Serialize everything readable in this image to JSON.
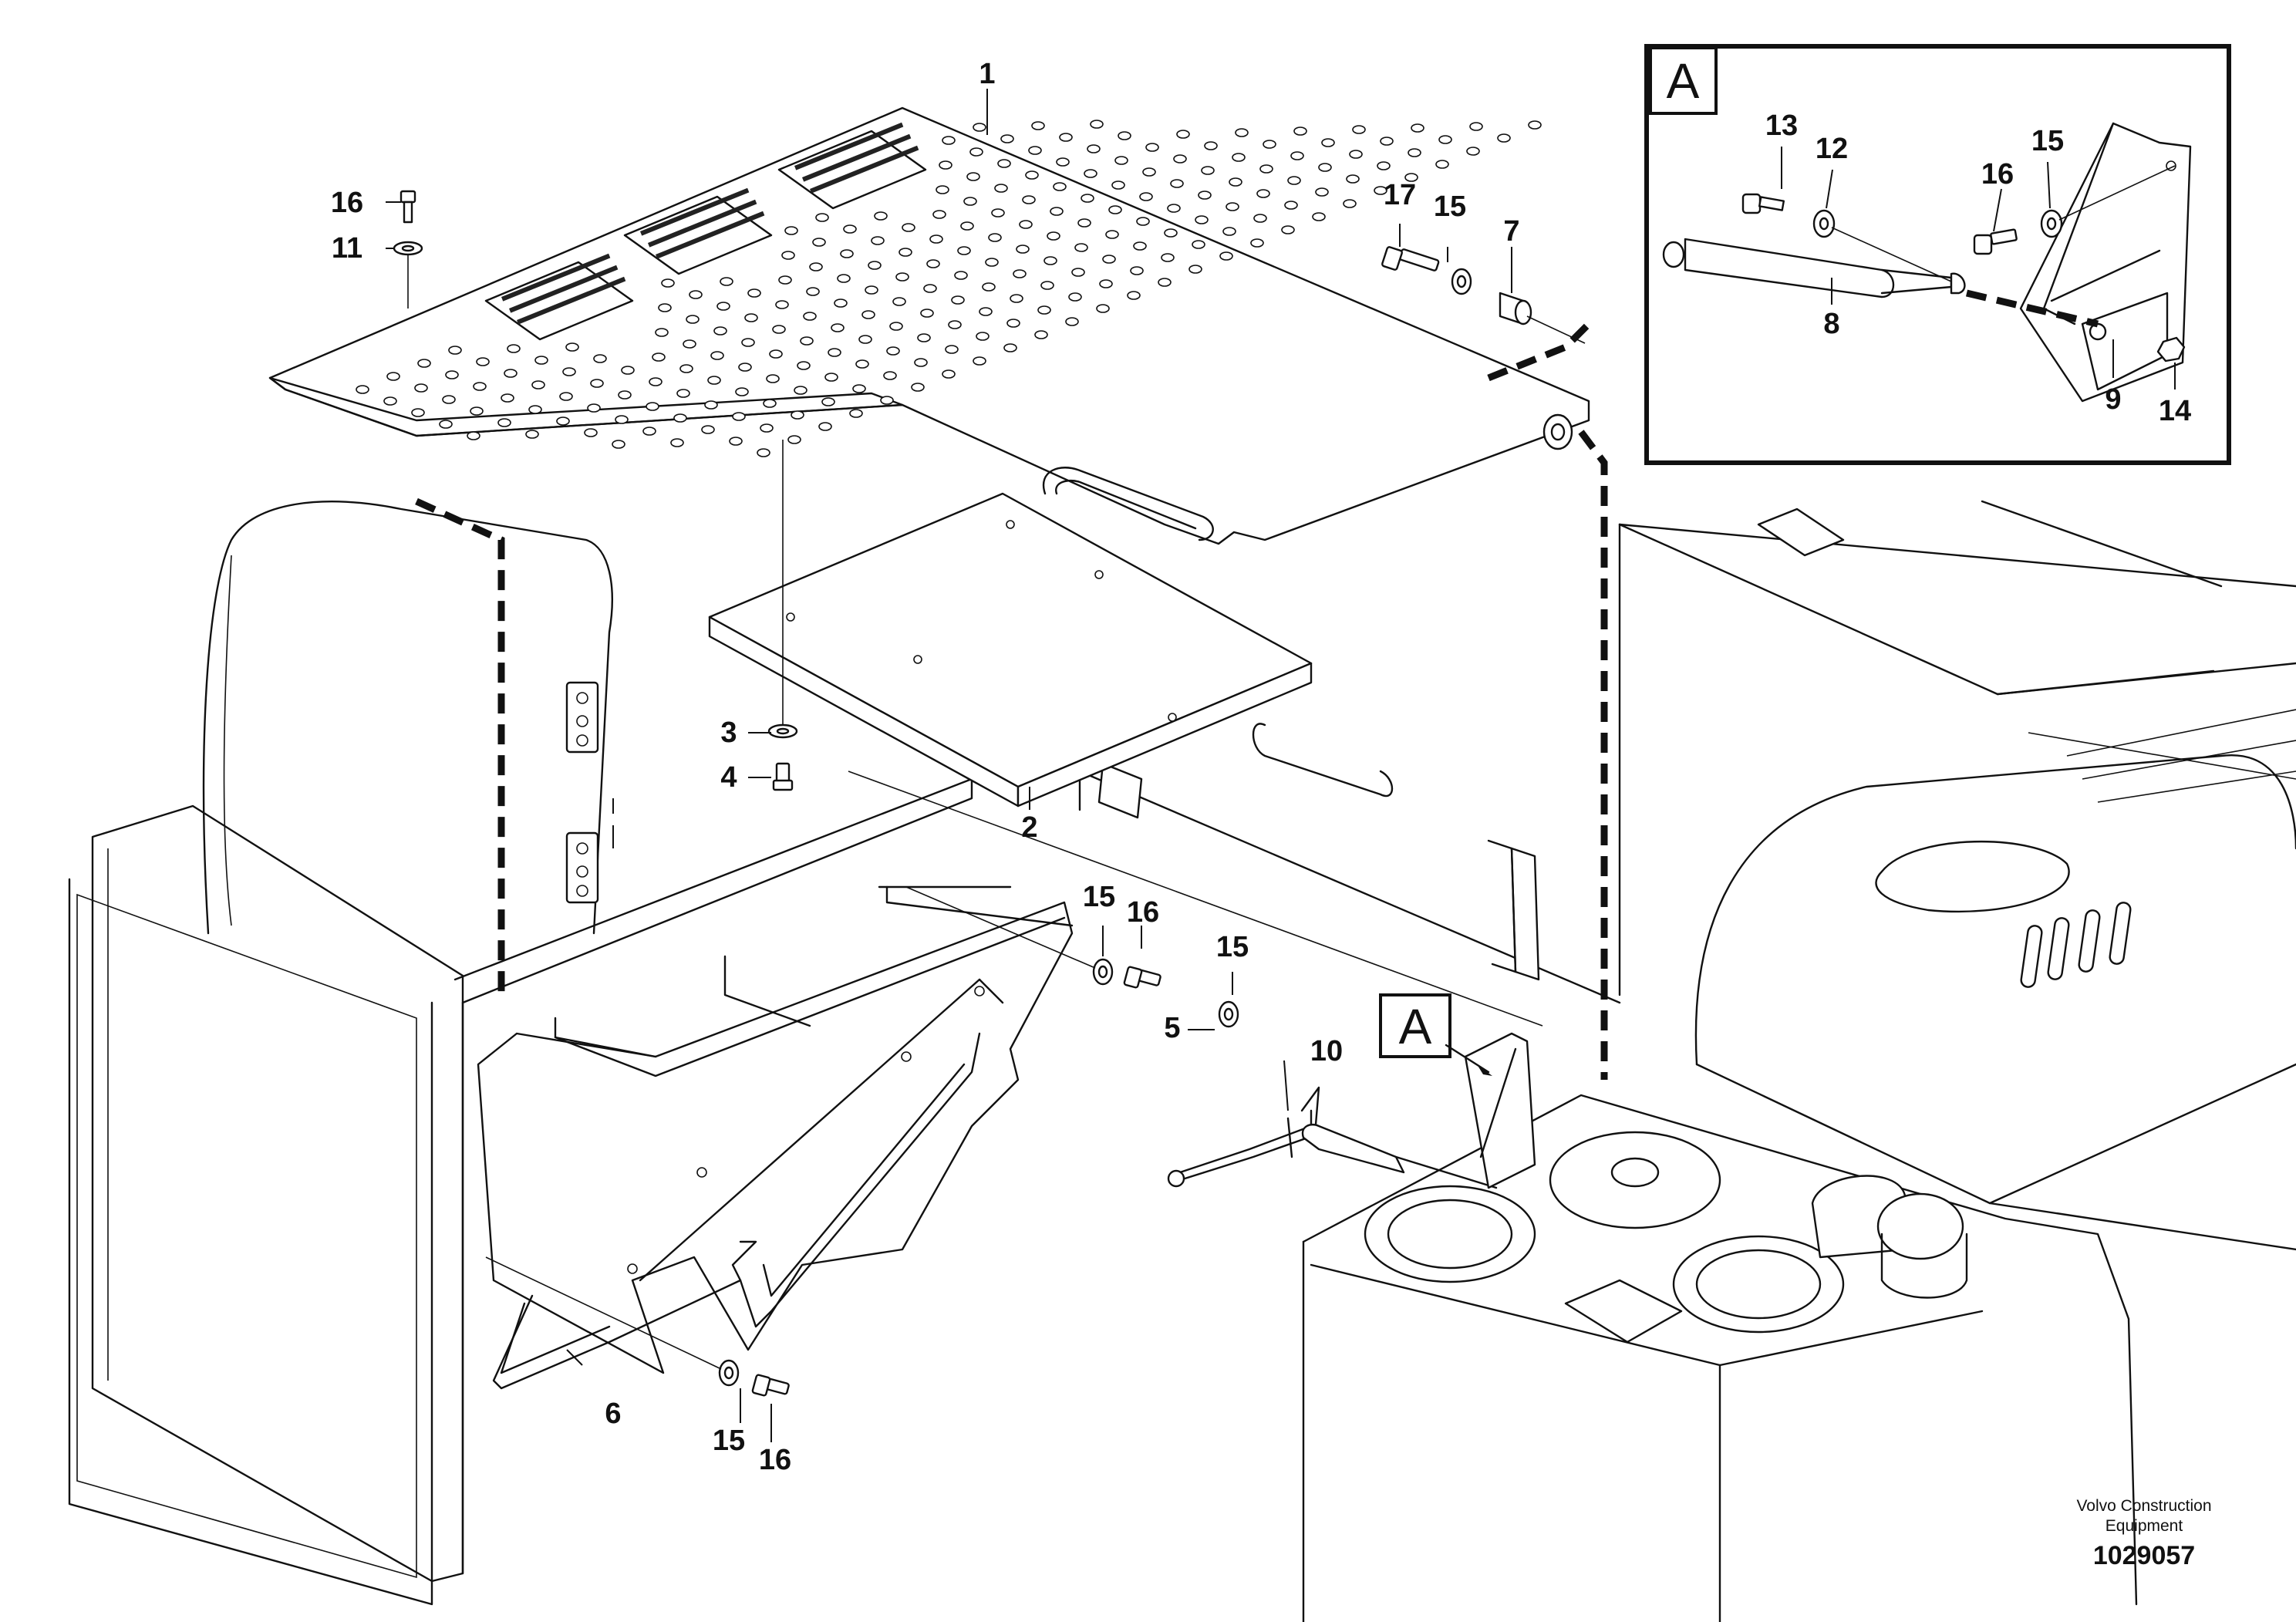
{
  "part_labels": {
    "p1": "1",
    "p2": "2",
    "p3": "3",
    "p4": "4",
    "p5": "5",
    "p6": "6",
    "p7": "7",
    "p10": "10",
    "p11": "11",
    "p15a": "15",
    "p15b": "15",
    "p15c": "15",
    "p15d": "15",
    "p16a": "16",
    "p16b": "16",
    "p16c": "16",
    "p17": "17"
  },
  "callout": {
    "letter": "A"
  },
  "inset": {
    "letter": "A",
    "labels": {
      "p8": "8",
      "p9": "9",
      "p12": "12",
      "p13": "13",
      "p14": "14",
      "p15": "15",
      "p16": "16"
    }
  },
  "footer": {
    "manufacturer_line1": "Volvo Construction",
    "manufacturer_line2": "Equipment",
    "document_number": "1029057"
  }
}
